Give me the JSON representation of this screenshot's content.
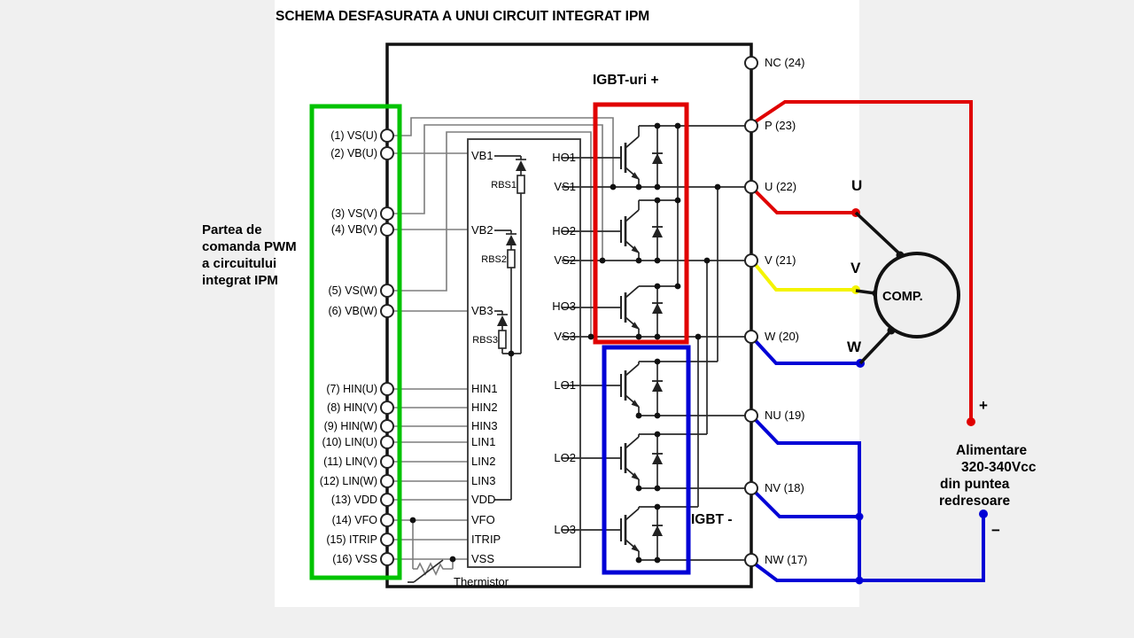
{
  "title": "SCHEMA DESFASURATA A UNUI CIRCUIT INTEGRAT IPM",
  "side_note": {
    "line1": "Partea de",
    "line2": "comanda PWM",
    "line3": "a circuitului",
    "line4": "integrat IPM"
  },
  "green_section": {
    "left_pins": [
      "(1) VS(U)",
      "(2) VB(U)",
      "(3) VS(V)",
      "(4) VB(V)",
      "(5) VS(W)",
      "(6) VB(W)",
      "(7) HIN(U)",
      "(8) HIN(V)",
      "(9) HIN(W)",
      "(10) LIN(U)",
      "(11) LIN(V)",
      "(12) LIN(W)",
      "(13) VDD",
      "(14) VFO",
      "(15) ITRIP",
      "(16) VSS"
    ]
  },
  "ic": {
    "inner_left": [
      "VB1",
      "VB2",
      "VB3",
      "HIN1",
      "HIN2",
      "HIN3",
      "LIN1",
      "LIN2",
      "LIN3",
      "VDD",
      "VFO",
      "ITRIP",
      "VSS"
    ],
    "rbs": [
      "RBS1",
      "RBS2",
      "RBS3"
    ],
    "inner_right": [
      "HO1",
      "VS1",
      "HO2",
      "VS2",
      "HO3",
      "VS3",
      "LO1",
      "LO2",
      "LO3"
    ],
    "thermistor": "Thermistor"
  },
  "right_pins": [
    "NC (24)",
    "P (23)",
    "U (22)",
    "V (21)",
    "W (20)",
    "NU (19)",
    "NV (18)",
    "NW (17)"
  ],
  "labels": {
    "igbt_plus": "IGBT-uri +",
    "igbt_minus": "IGBT -",
    "comp": "COMP.",
    "phase_u": "U",
    "phase_v": "V",
    "phase_w": "W",
    "plus": "+",
    "minus": "−"
  },
  "supply": {
    "line1": "Alimentare",
    "line2": "320-340Vcc",
    "line3": "din puntea",
    "line4": "redresoare"
  },
  "colors": {
    "red": "#e00000",
    "blue": "#0000d6",
    "yellow": "#f4f400",
    "green": "#00c300",
    "black": "#111111"
  }
}
